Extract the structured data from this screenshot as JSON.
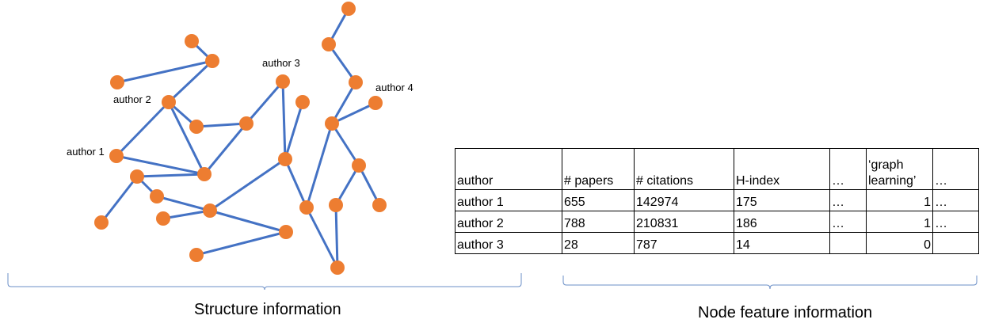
{
  "graph": {
    "labels": {
      "author1": "author 1",
      "author2": "author 2",
      "author3": "author 3",
      "author4": "author 4"
    },
    "colors": {
      "node": "#ED7D31",
      "edge": "#4472C4"
    }
  },
  "captions": {
    "structure": "Structure information",
    "feature": "Node feature information"
  },
  "table": {
    "headers": [
      "author",
      "# papers",
      "# citations",
      "H-index",
      "…",
      "‘graph learning’",
      "…"
    ],
    "rows": [
      [
        "author 1",
        "655",
        "142974",
        "175",
        "…",
        "1",
        "…"
      ],
      [
        "author 2",
        "788",
        "210831",
        "186",
        "…",
        "1",
        "…"
      ],
      [
        "author 3",
        "28",
        "787",
        "14",
        "",
        "0",
        ""
      ]
    ]
  }
}
